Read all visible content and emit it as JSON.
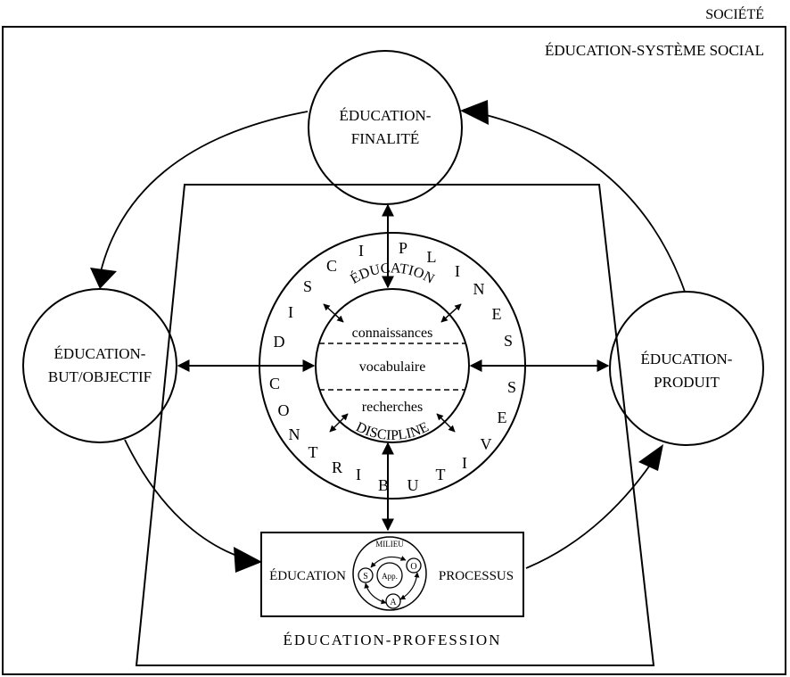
{
  "outer": {
    "society_label": "SOCIÉTÉ",
    "system_label": "ÉDUCATION-SYSTÈME SOCIAL"
  },
  "nodes": {
    "finalite": {
      "line1": "ÉDUCATION-",
      "line2": "FINALITÉ"
    },
    "but": {
      "line1": "ÉDUCATION-",
      "line2": "BUT/OBJECTIF"
    },
    "produit": {
      "line1": "ÉDUCATION-",
      "line2": "PRODUIT"
    }
  },
  "center": {
    "ring_letters": [
      "D",
      "I",
      "S",
      "C",
      "I",
      "P",
      "L",
      "I",
      "N",
      "E",
      "S",
      "S",
      "E",
      "V",
      "I",
      "T",
      "U",
      "B",
      "I",
      "R",
      "T",
      "N",
      "O",
      "C"
    ],
    "top_arc": "ÉDUCATION",
    "bottom_arc": "DISCIPLINE",
    "row1": "connaissances",
    "row2": "vocabulaire",
    "row3": "recherches"
  },
  "process": {
    "left": "ÉDUCATION",
    "right": "PROCESSUS",
    "milieu": "MILIEU",
    "s": "S",
    "o": "O",
    "a": "A",
    "app": "App."
  },
  "profession_label": "ÉDUCATION-PROFESSION"
}
